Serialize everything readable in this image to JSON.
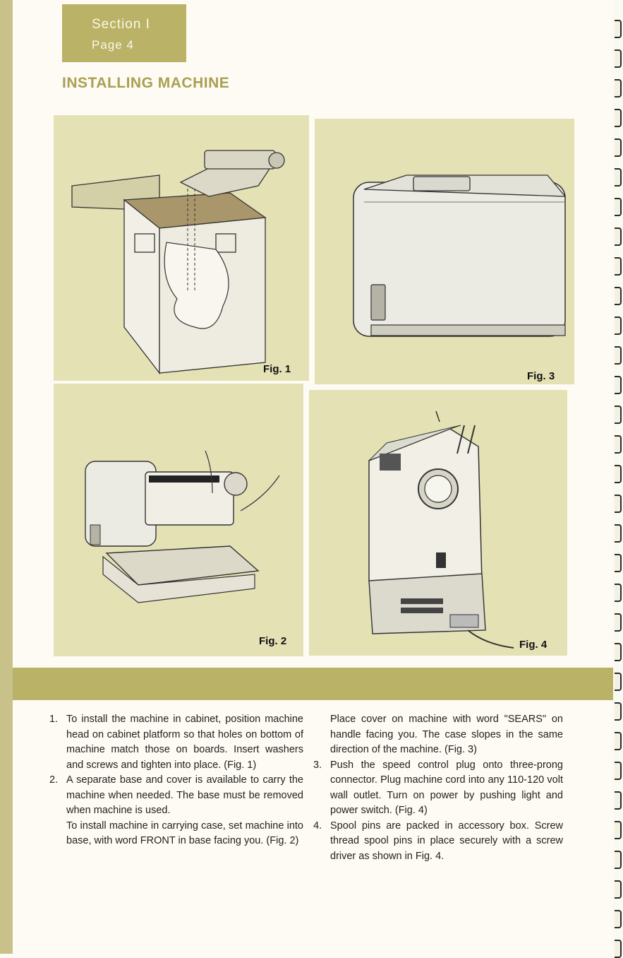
{
  "header": {
    "section": "Section  I",
    "page": "Page  4",
    "title": "INSTALLING MACHINE"
  },
  "figures": [
    {
      "id": "fig1",
      "label": "Fig. 1"
    },
    {
      "id": "fig3",
      "label": "Fig. 3"
    },
    {
      "id": "fig2",
      "label": "Fig. 2"
    },
    {
      "id": "fig4",
      "label": "Fig. 4"
    }
  ],
  "instructions": {
    "item1": {
      "number": "1.",
      "text": "To install the machine in cabinet, position machine head on cabinet platform so that holes on bottom of machine match those on boards. Insert washers and screws and tighten into place. (Fig. 1)"
    },
    "item2": {
      "number": "2.",
      "text": "A separate base and cover is available to carry the machine when needed. The base must be removed when machine is used.",
      "text_b": "To install machine in carrying case, set machine into base, with word FRONT in base facing you. (Fig. 2)"
    },
    "cont": "Place cover on machine with word \"SEARS\" on handle facing you. The case slopes in the same direction of the machine. (Fig. 3)",
    "item3": {
      "number": "3.",
      "text": "Push the speed control plug onto three-prong connector. Plug machine cord into any 110-120 volt wall outlet. Turn on power by pushing light and power switch. (Fig. 4)"
    },
    "item4": {
      "number": "4.",
      "text": "Spool pins are packed in accessory box. Screw thread spool pins in place securely with a screw driver as shown in Fig. 4."
    }
  }
}
